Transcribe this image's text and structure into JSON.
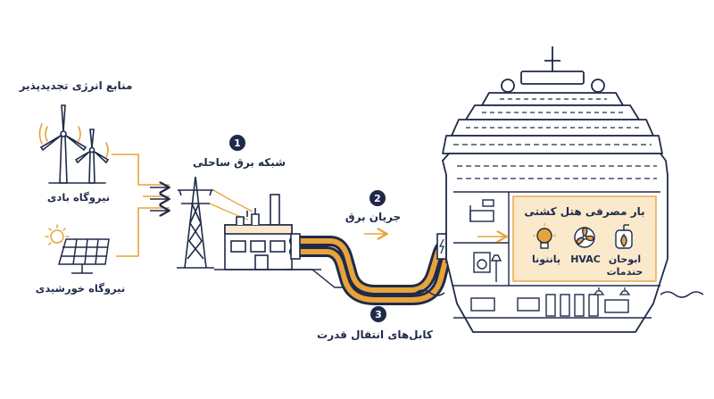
{
  "labels": {
    "renewables": "منابع انرژی تجدیدپذیر",
    "wind": "نیروگاه بادی",
    "solar": "نیروگاه خورشیدی",
    "grid": "شبکه برق ساحلی",
    "current": "جریان برق",
    "cables": "کابل‌های انتقال قدرت",
    "hotel_load": "بار مصرفی هتل کشتی",
    "pantry": "پانتونا",
    "hvac": "HVAC",
    "water_line1": "ابوحان",
    "water_line2": "حندمات"
  },
  "steps": {
    "one": "1",
    "two": "2",
    "three": "3"
  },
  "colors": {
    "navy": "#1f2a4a",
    "orange": "#e8a33a",
    "light_orange": "#fbe9cc",
    "white": "#ffffff"
  }
}
